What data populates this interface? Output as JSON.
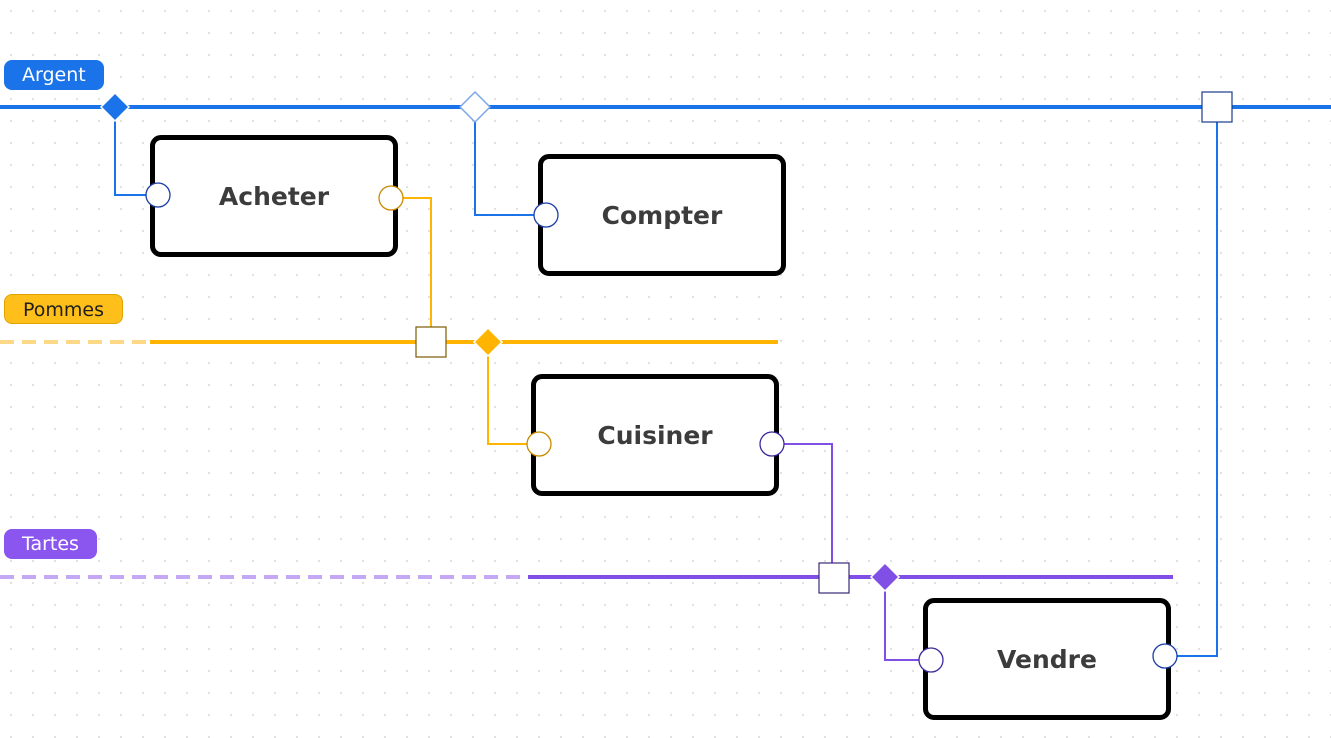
{
  "colors": {
    "argent": "#1a73e8",
    "pommes": "#ffb400",
    "pommes_dashed": "#fdd987",
    "tartes": "#8050e6",
    "tartes_dashed": "#c4a8f5",
    "node_border": "#000000",
    "node_text": "#3c3c3c"
  },
  "lanes": [
    {
      "id": "argent",
      "label": "Argent"
    },
    {
      "id": "pommes",
      "label": "Pommes"
    },
    {
      "id": "tartes",
      "label": "Tartes"
    }
  ],
  "nodes": [
    {
      "id": "acheter",
      "label": "Acheter"
    },
    {
      "id": "compter",
      "label": "Compter"
    },
    {
      "id": "cuisiner",
      "label": "Cuisiner"
    },
    {
      "id": "vendre",
      "label": "Vendre"
    }
  ]
}
